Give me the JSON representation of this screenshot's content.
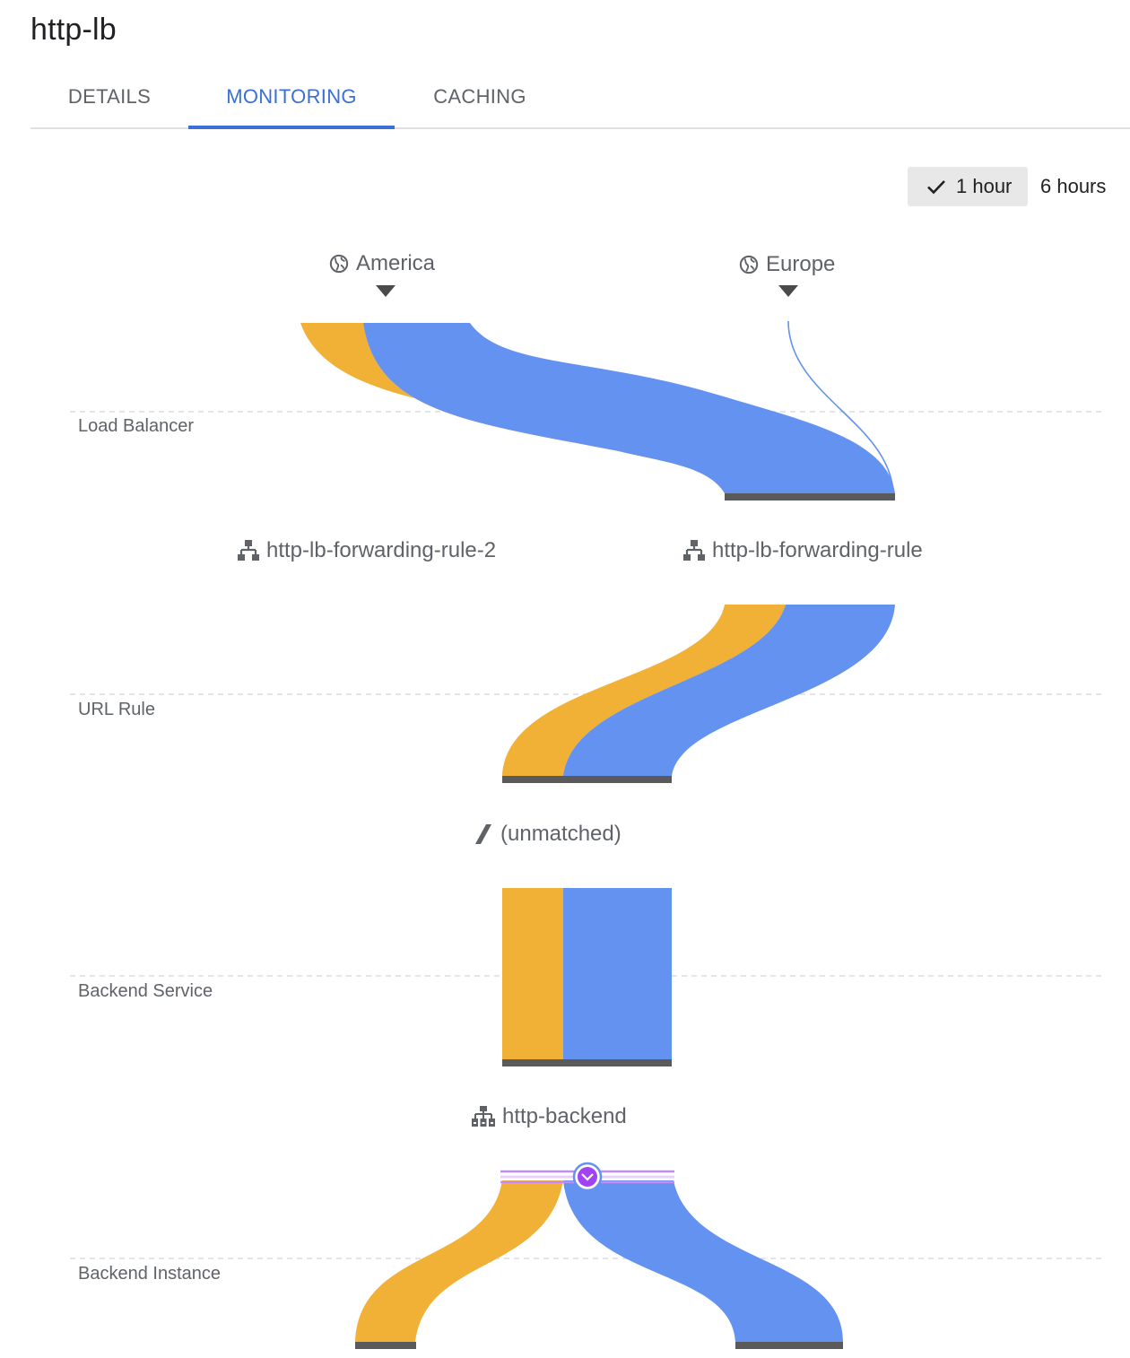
{
  "page": {
    "title": "http-lb"
  },
  "tabs": [
    {
      "label": "DETAILS",
      "active": false
    },
    {
      "label": "MONITORING",
      "active": true
    },
    {
      "label": "CACHING",
      "active": false
    }
  ],
  "time_range": {
    "options": [
      "1 hour",
      "6 hours"
    ],
    "selected": "1 hour"
  },
  "colors": {
    "accent": "#3b6fd8",
    "flow_orange": "#f0b136",
    "flow_blue": "#6392f0",
    "node_bar": "#5a5a5a",
    "gridline": "#dadce0",
    "highlight_purple": "#a142f4"
  },
  "regions": [
    {
      "name": "America",
      "icon": "globe-icon"
    },
    {
      "name": "Europe",
      "icon": "globe-icon"
    }
  ],
  "rows": [
    {
      "label": "Load Balancer"
    },
    {
      "label": "URL Rule"
    },
    {
      "label": "Backend Service"
    },
    {
      "label": "Backend Instance"
    }
  ],
  "nodes": {
    "forwarding_rules": [
      {
        "name": "http-lb-forwarding-rule-2",
        "icon": "forwarding-rule-icon"
      },
      {
        "name": "http-lb-forwarding-rule",
        "icon": "forwarding-rule-icon"
      }
    ],
    "url_rule": {
      "name": "(unmatched)",
      "icon": "url-rule-icon"
    },
    "backend_service": {
      "name": "http-backend",
      "icon": "backend-service-icon"
    }
  }
}
